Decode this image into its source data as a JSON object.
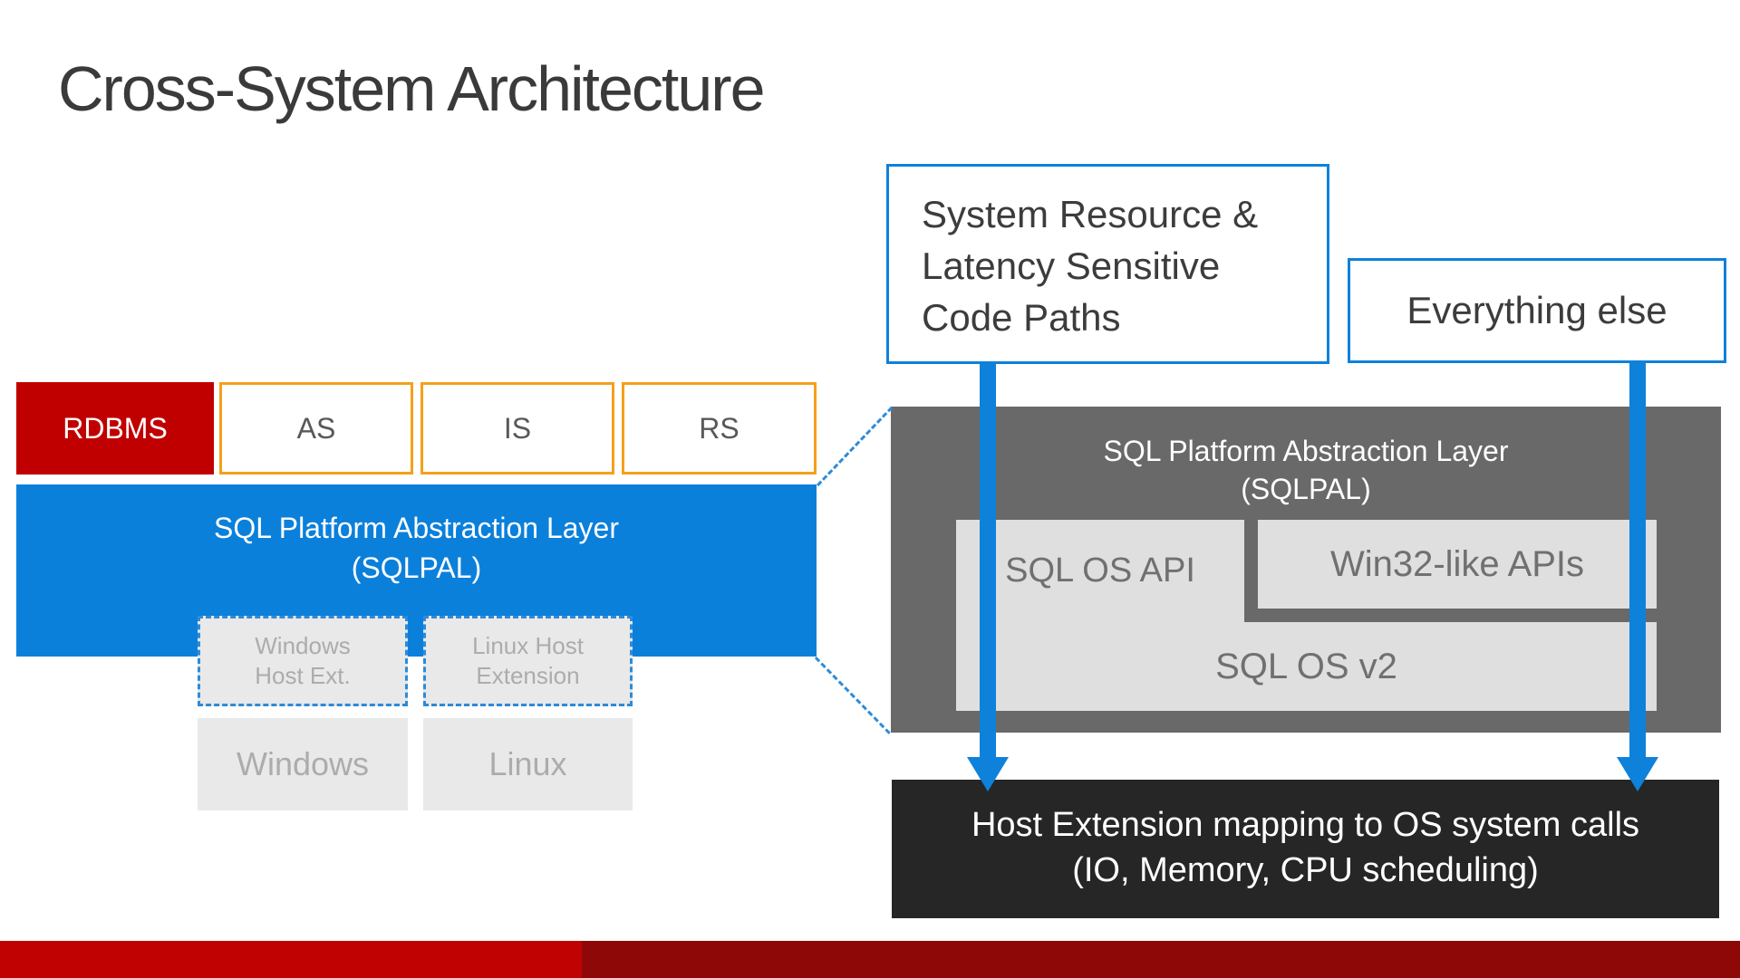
{
  "title": "Cross-System Architecture",
  "left_diagram": {
    "services": [
      {
        "label": "RDBMS"
      },
      {
        "label": "AS"
      },
      {
        "label": "IS"
      },
      {
        "label": "RS"
      }
    ],
    "sqlpal": {
      "line1": "SQL Platform Abstraction Layer",
      "line2": "(SQLPAL)"
    },
    "host_extensions": [
      {
        "line1": "Windows",
        "line2": "Host Ext."
      },
      {
        "line1": "Linux Host",
        "line2": "Extension"
      }
    ],
    "operating_systems": [
      {
        "label": "Windows"
      },
      {
        "label": "Linux"
      }
    ]
  },
  "right_diagram": {
    "latency_callout": {
      "line1": "System Resource &",
      "line2": "Latency Sensitive",
      "line3": "Code Paths"
    },
    "everything_else_callout": {
      "label": "Everything else"
    },
    "panel": {
      "title_line1": "SQL Platform Abstraction Layer",
      "title_line2": "(SQLPAL)",
      "sql_os_api_label": "SQL OS API",
      "win32_label": "Win32-like APIs",
      "sql_os_v2_label": "SQL OS v2"
    },
    "host_mapping": {
      "line1": "Host Extension mapping to OS system calls",
      "line2": "(IO, Memory, CPU scheduling)"
    }
  },
  "colors": {
    "accent_blue": "#0E81DB",
    "box_blue": "#0B80DB",
    "dashed_blue": "#2E8BD8",
    "brand_red": "#C00000",
    "accent_orange": "#F5A01B",
    "panel_gray": "#696969",
    "light_gray_block": "#DFDFDF",
    "light_gray_left": "#E9E9E9",
    "dark_box": "#262626",
    "footer_red_bright": "#C00202",
    "footer_red_dark": "#8F0808"
  }
}
